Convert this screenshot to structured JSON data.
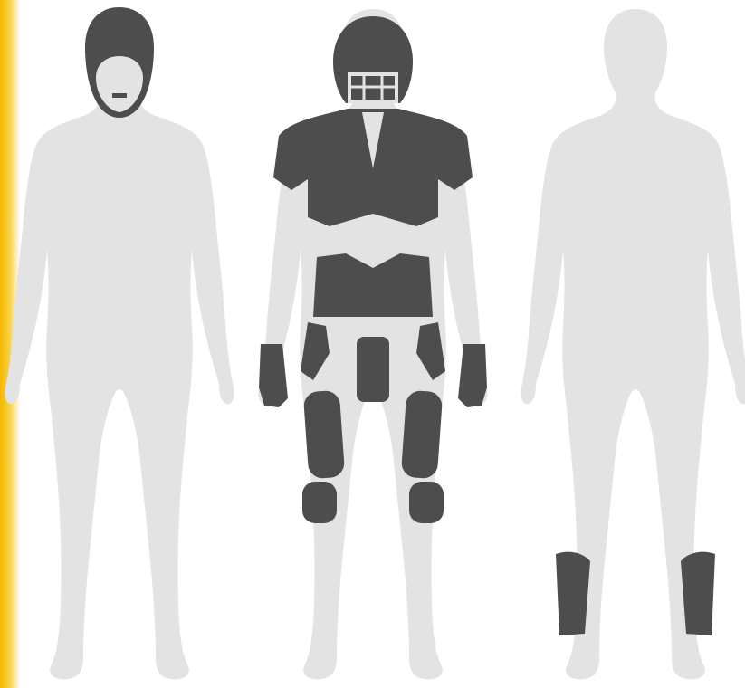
{
  "colors": {
    "silhouette": "#e3e3e3",
    "gear": "#4d4d4d",
    "accent": "#f5b800",
    "background": "#ffffff"
  },
  "figures": [
    {
      "view": "front",
      "gear": [
        "soft-helmet"
      ]
    },
    {
      "view": "front",
      "gear": [
        "helmet",
        "shoulder-pads",
        "rib-protector",
        "gloves",
        "hip-pads",
        "thigh-pads",
        "knee-pads"
      ]
    },
    {
      "view": "back",
      "gear": [
        "shin-guards"
      ]
    }
  ]
}
